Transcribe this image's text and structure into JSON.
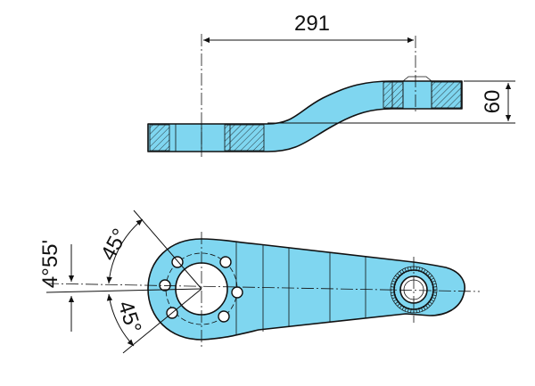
{
  "labels": {
    "length": "291",
    "height": "60",
    "angle_small": "4°55'",
    "angle_upper": "45°",
    "angle_lower": "45°"
  },
  "colors": {
    "part_fill": "#7fd6f0",
    "outline": "#111111",
    "background": "#ffffff"
  }
}
